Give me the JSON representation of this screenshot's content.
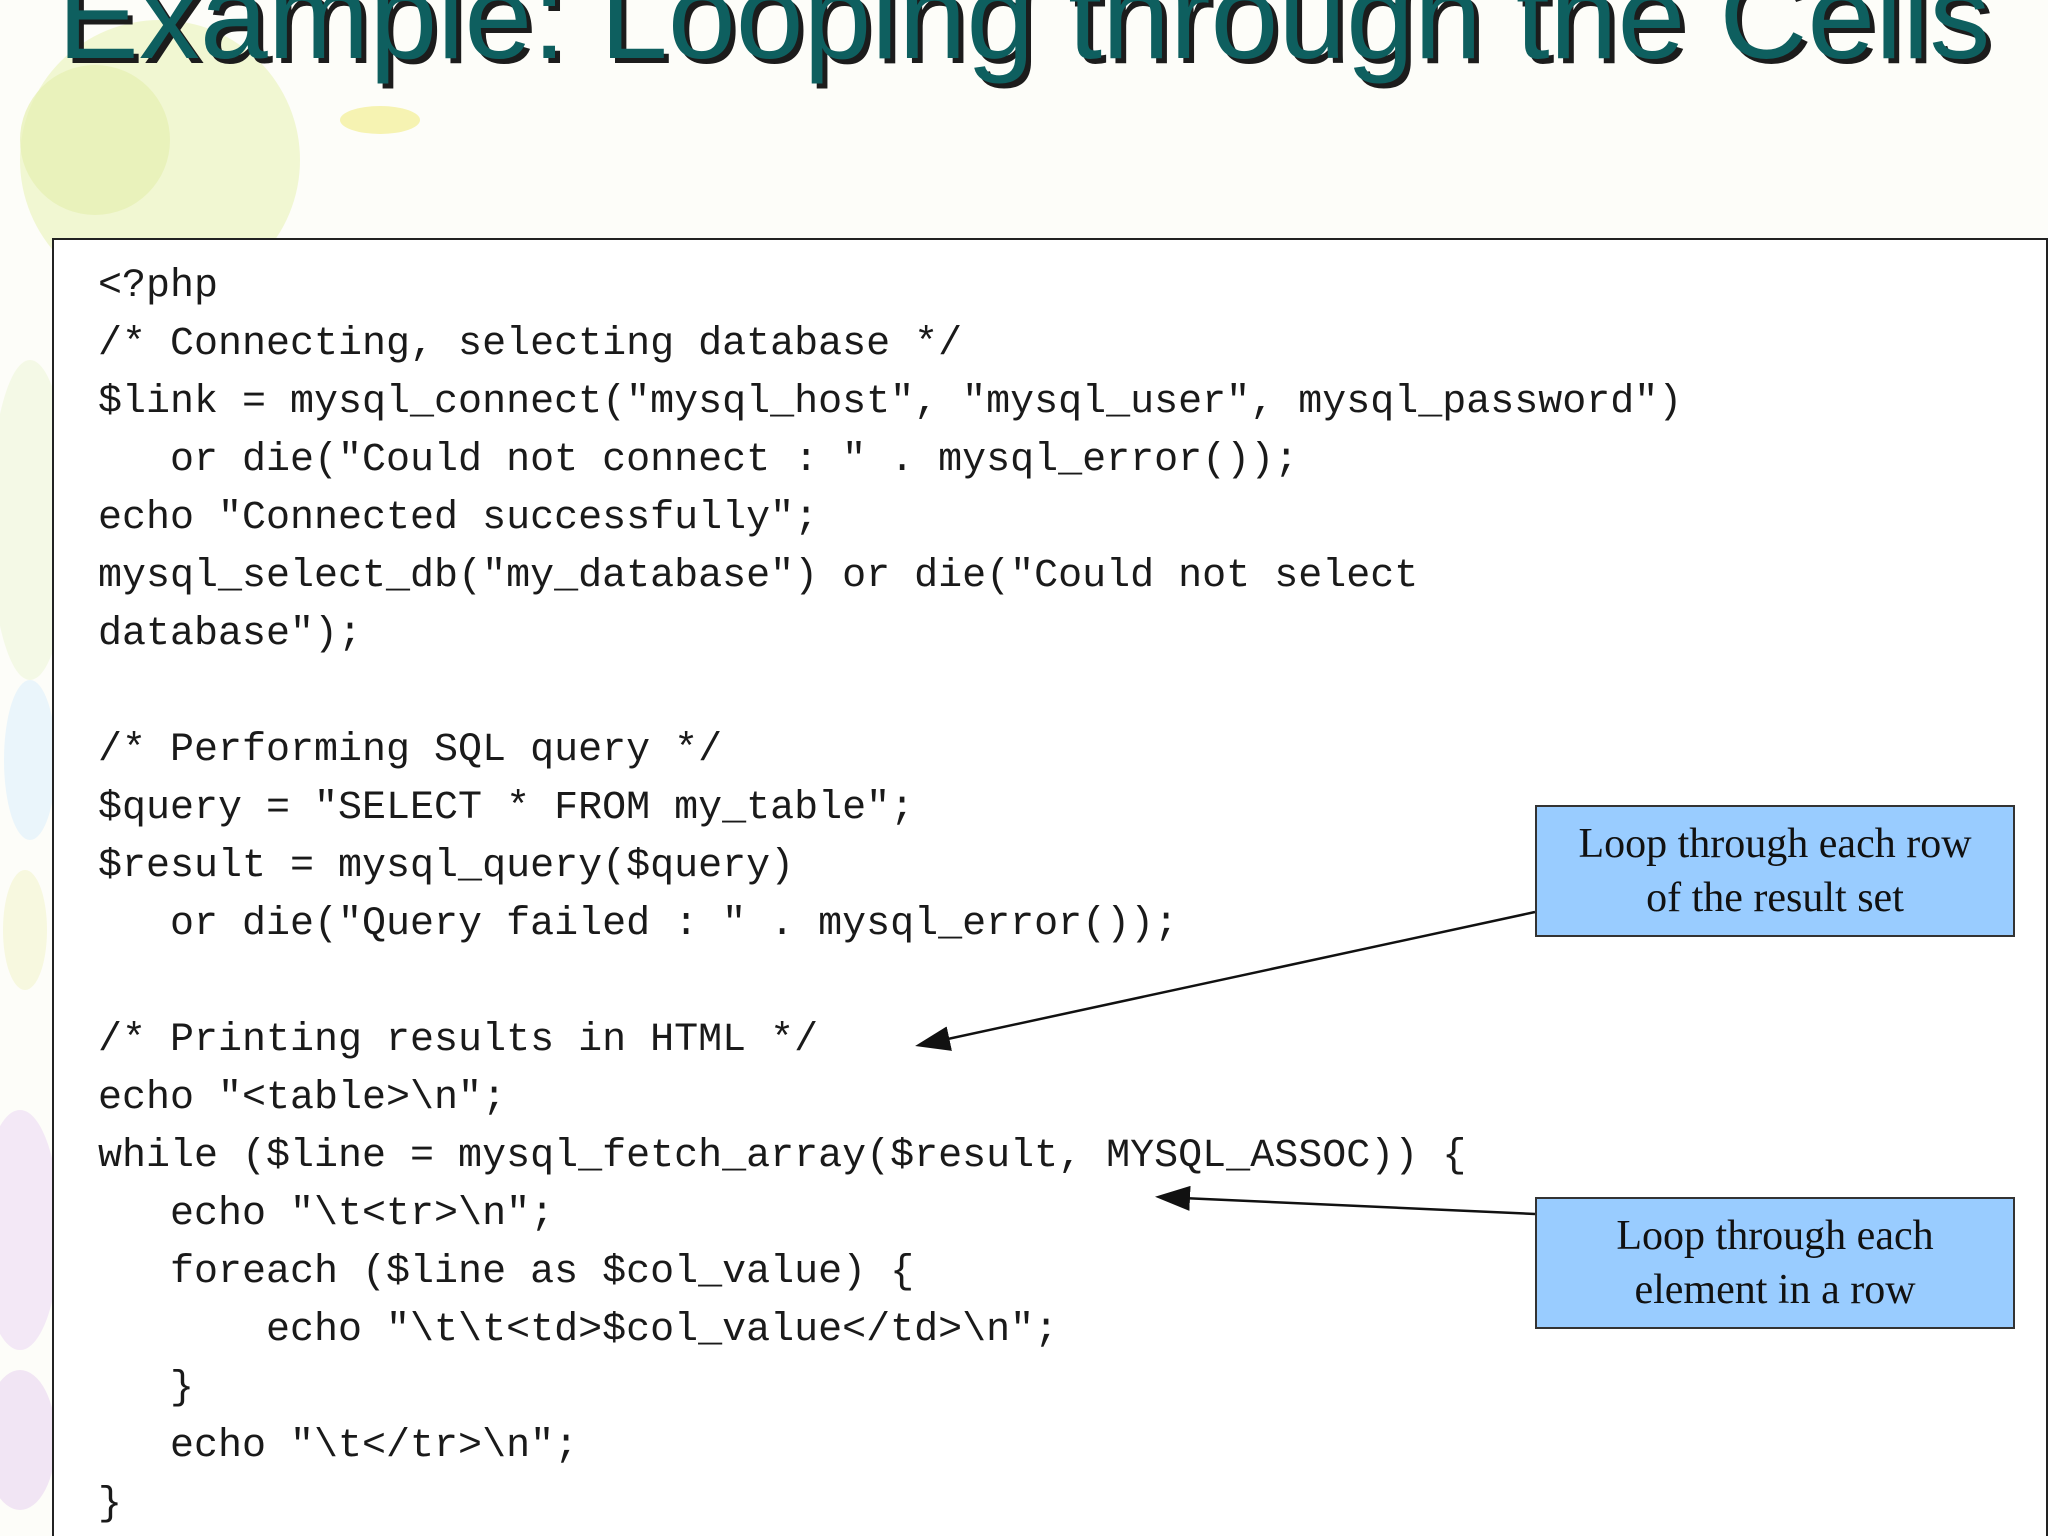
{
  "slide": {
    "title": "Example: Looping through the Cells"
  },
  "code": {
    "lines": [
      "<?php",
      "/* Connecting, selecting database */",
      "$link = mysql_connect(\"mysql_host\", \"mysql_user\", mysql_password\")",
      "   or die(\"Could not connect : \" . mysql_error());",
      "echo \"Connected successfully\";",
      "mysql_select_db(\"my_database\") or die(\"Could not select",
      "database\");",
      "",
      "/* Performing SQL query */",
      "$query = \"SELECT * FROM my_table\";",
      "$result = mysql_query($query)",
      "   or die(\"Query failed : \" . mysql_error());",
      "",
      "/* Printing results in HTML */",
      "echo \"<table>\\n\";",
      "while ($line = mysql_fetch_array($result, MYSQL_ASSOC)) {",
      "   echo \"\\t<tr>\\n\";",
      "   foreach ($line as $col_value) {",
      "       echo \"\\t\\t<td>$col_value</td>\\n\";",
      "   }",
      "   echo \"\\t</tr>\\n\";",
      "}"
    ]
  },
  "callouts": {
    "row_loop": {
      "line1": "Loop through each row",
      "line2": "of the result set"
    },
    "element_loop": {
      "line1": "Loop through each",
      "line2": "element in a row"
    }
  },
  "colors": {
    "title": "#0e5f5f",
    "title_shadow": "#1c1c1c",
    "callout_fill": "#99ccff",
    "background": "#fdfdf9"
  }
}
